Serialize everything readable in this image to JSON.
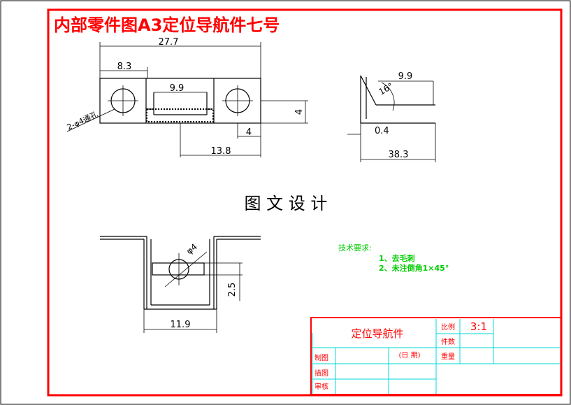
{
  "title": "内部零件图A3定位导航件七号",
  "center_label": "图 文 设 计",
  "top_view": {
    "dim_overall": "27.7",
    "dim_left": "8.3",
    "dim_slot": "9.9",
    "dim_height": "4",
    "dim_small": "4",
    "dim_offset": "13.8",
    "hole_note": "2-φ4通孔"
  },
  "side_view": {
    "dim_arm": "9.9",
    "angle": "16°",
    "thickness": "0.4",
    "length": "38.3"
  },
  "bottom_view": {
    "hole": "φ4",
    "dim_vertical": "2.5",
    "width": "11.9"
  },
  "tech_req": {
    "heading": "技术要求:",
    "items": [
      "1、去毛刺",
      "2、未注倒角1×45°"
    ]
  },
  "title_block": {
    "part_name": "定位导航件",
    "scale_label": "比例",
    "scale_value": "3:1",
    "count_label": "件数",
    "weight_label": "重量",
    "date_label": "(日    期)",
    "drawn_label": "制图",
    "traced_label": "描图",
    "checked_label": "审核"
  },
  "colors": {
    "frame": "#ff0000",
    "title": "#ff0000",
    "drawing": "#000000",
    "tech_req": "#00cc00",
    "table_grid": "#00d8d8",
    "table_text": "#ff0000"
  }
}
